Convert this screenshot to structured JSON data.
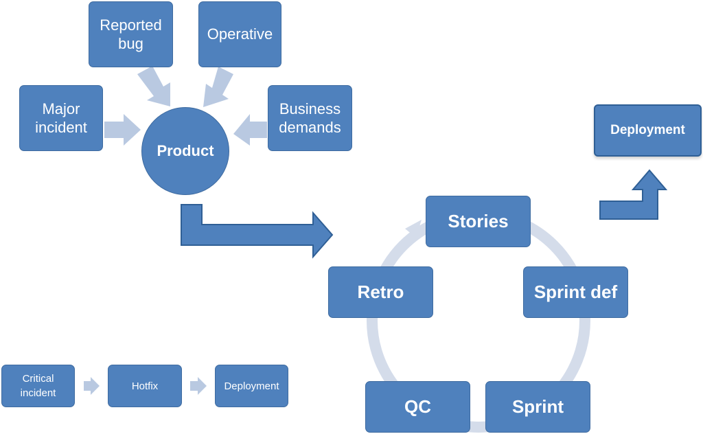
{
  "inputs": {
    "reported_bug": "Reported\nbug",
    "operative": "Operative",
    "major_incident": "Major\nincident",
    "business_demands": "Business\ndemands",
    "product": "Product"
  },
  "cycle": {
    "stories": "Stories",
    "sprint_def": "Sprint def",
    "sprint": "Sprint",
    "qc": "QC",
    "retro": "Retro"
  },
  "deployment_main": "Deployment",
  "hotfix_flow": {
    "critical_incident": "Critical\nincident",
    "hotfix": "Hotfix",
    "deployment": "Deployment"
  },
  "colors": {
    "box_fill": "#4f81bd",
    "box_border": "#3d6a9f",
    "light_arrow": "#b9c9e1",
    "cycle_ring": "#d4dcea"
  }
}
